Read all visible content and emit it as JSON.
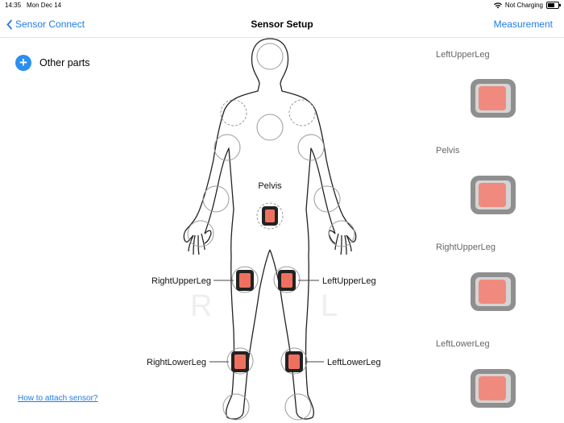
{
  "status": {
    "time": "14:35",
    "date": "Mon Dec 14",
    "charging": "Not Charging",
    "battery_level": 0.7
  },
  "nav": {
    "back_label": "Sensor Connect",
    "title": "Sensor Setup",
    "right_label": "Measurement"
  },
  "other_parts": {
    "icon": "plus-icon",
    "label": "Other parts"
  },
  "how_to_link": "How to attach sensor?",
  "body": {
    "watermark_left": "R",
    "watermark_right": "L",
    "sensor_labels": {
      "pelvis": "Pelvis",
      "right_upper_leg": "RightUpperLeg",
      "left_upper_leg": "LeftUpperLeg",
      "right_lower_leg": "RightLowerLeg",
      "left_lower_leg": "LeftLowerLeg"
    }
  },
  "sensor_list": [
    {
      "name": "LeftUpperLeg"
    },
    {
      "name": "Pelvis"
    },
    {
      "name": "RightUpperLeg"
    },
    {
      "name": "LeftLowerLeg"
    }
  ],
  "colors": {
    "accent": "#1f7ce8",
    "sensor_body": "#f08a7e",
    "sensor_frame": "#8f8f8f"
  }
}
